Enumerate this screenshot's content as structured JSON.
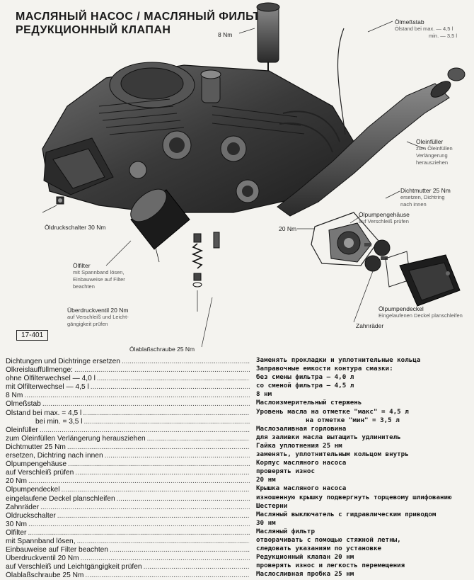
{
  "title": {
    "line1": "МАСЛЯНЫЙ НАСОС / МАСЛЯНЫЙ ФИЛЬТР /",
    "line2": "РЕДУКЦИОННЫЙ КЛАПАН"
  },
  "figure": {
    "number": "17-401",
    "labels": {
      "dipstick_torque": "8 Nm",
      "dipstick": "Ölmeßstab",
      "dipstick_max": "Ölstand bei max. — 4,5 l",
      "dipstick_min": "min. — 3,5 l",
      "filler": "Öleinfüller",
      "filler_sub1": "zum Öleinfüllen",
      "filler_sub2": "Verlängerung",
      "filler_sub3": "herausziehen",
      "cap_nut": "Dichtmutter 25 Nm",
      "cap_nut_sub1": "ersetzen, Dichtring",
      "cap_nut_sub2": "nach innen",
      "pump_housing": "Ölpumpengehäuse",
      "pump_housing_sub": "auf Verschleiß prüfen",
      "nm20": "20 Nm",
      "pump_cover": "Ölpumpendeckel",
      "pump_cover_sub": "Eingelaufenen Deckel planschleifen",
      "gears": "Zahnräder",
      "pressure_switch": "Öldruckschalter",
      "pressure_switch_torque": "30 Nm",
      "filter": "Ölfilter",
      "filter_sub1": "mit Spannband lösen,",
      "filter_sub2": "Einbauweise auf Filter",
      "filter_sub3": "beachten",
      "relief_valve": "Überdruckventil 20 Nm",
      "relief_valve_sub1": "auf Verschleiß und Leicht-",
      "relief_valve_sub2": "gängigkeit prüfen",
      "drain_plug": "Ölablaßschraube 25 Nm"
    }
  },
  "legend": [
    {
      "text": "Dichtungen und Dichtringe ersetzen",
      "indent": false
    },
    {
      "text": "Ölkreislauffüllmenge:",
      "indent": false
    },
    {
      "text": "ohne Ölfilterwechsel — 4,0 l",
      "indent": false
    },
    {
      "text": "mit Ölfilterwechsel — 4,5 l",
      "indent": false
    },
    {
      "text": "8 Nm",
      "indent": false
    },
    {
      "text": "Ölmeßstab",
      "indent": false
    },
    {
      "text": "Ölstand bei max. = 4,5 l",
      "indent": false
    },
    {
      "text": "bei min. = 3,5 l",
      "indent": true
    },
    {
      "text": "Öleinfüller",
      "indent": false
    },
    {
      "text": "zum Öleinfüllen Verlängerung herausziehen",
      "indent": false
    },
    {
      "text": "Dichtmutter 25 Nm",
      "indent": false
    },
    {
      "text": "ersetzen, Dichtring nach innen",
      "indent": false
    },
    {
      "text": "Ölpumpengehäuse",
      "indent": false
    },
    {
      "text": "auf Verschleiß prüfen",
      "indent": false
    },
    {
      "text": "20 Nm",
      "indent": false
    },
    {
      "text": "Ölpumpendeckel",
      "indent": false
    },
    {
      "text": "eingelaufene Deckel planschleifen",
      "indent": false
    },
    {
      "text": "Zahnräder",
      "indent": false
    },
    {
      "text": "Öldruckschalter",
      "indent": false
    },
    {
      "text": "30 Nm",
      "indent": false
    },
    {
      "text": "Ölfilter",
      "indent": false
    },
    {
      "text": "mit Spannband lösen,",
      "indent": false
    },
    {
      "text": "Einbauweise auf Filter beachten",
      "indent": false
    },
    {
      "text": "Überdruckventil 20 Nm",
      "indent": false
    },
    {
      "text": "auf Verschleiß und Leichtgängigkeit prüfen",
      "indent": false
    },
    {
      "text": "Ölablaßschraube 25 Nm",
      "indent": false
    }
  ],
  "translation": [
    {
      "text": "Заменять прокладки и уплотнительные кольца",
      "indent": false
    },
    {
      "text": "Заправочные емкости контура смазки:",
      "indent": false
    },
    {
      "text": "без смены фильтра — 4,0 л",
      "indent": false
    },
    {
      "text": "со сменой фильтра — 4,5 л",
      "indent": false
    },
    {
      "text": "8 нм",
      "indent": false
    },
    {
      "text": "Маслоизмерительный стержень",
      "indent": false
    },
    {
      "text": "Уровень масла на отметке \"макс\" = 4,5 л",
      "indent": false
    },
    {
      "text": "на отметке \"мин\" = 3,5 л",
      "indent": true
    },
    {
      "text": "Маслозаливная горловина",
      "indent": false
    },
    {
      "text": "для заливки масла вытащить удлинитель",
      "indent": false
    },
    {
      "text": "Гайка уплотнения 25 нм",
      "indent": false
    },
    {
      "text": "заменять, уплотнительным кольцом внутрь",
      "indent": false
    },
    {
      "text": "Корпус масляного насоса",
      "indent": false
    },
    {
      "text": "проверять износ",
      "indent": false
    },
    {
      "text": "20 нм",
      "indent": false
    },
    {
      "text": "Крышка масляного насоса",
      "indent": false
    },
    {
      "text": "изношенную крышку подвергнуть торцевому шлифованию",
      "indent": false
    },
    {
      "text": "Шестерни",
      "indent": false
    },
    {
      "text": "Масляный выключатель с гидравлическим приводом",
      "indent": false
    },
    {
      "text": "30 нм",
      "indent": false
    },
    {
      "text": "Масляный фильтр",
      "indent": false
    },
    {
      "text": "отворачивать с помощью стяжной летны,",
      "indent": false
    },
    {
      "text": "следовать указаниям по установке",
      "indent": false
    },
    {
      "text": "Редукционный клапан 20 нм",
      "indent": false
    },
    {
      "text": "проверять износ и легкость перемещения",
      "indent": false
    },
    {
      "text": "Маслосливная пробка 25 нм",
      "indent": false
    }
  ]
}
